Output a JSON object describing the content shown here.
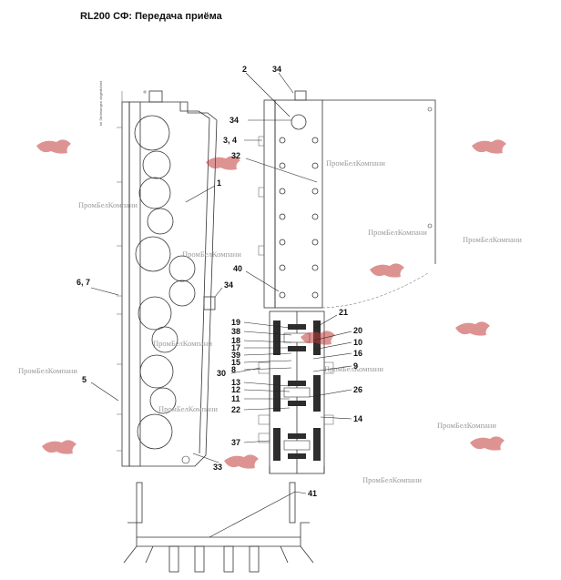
{
  "title": "RL200 СФ: Передача приёма",
  "side_stamp": "tol Strömungen abgedichtet",
  "watermark_text": "ПромБелКомпани",
  "callouts": {
    "c2": "2",
    "c34a": "34",
    "c34b": "34",
    "c34c": "34",
    "c3_4": "3, 4",
    "c32": "32",
    "c1": "1",
    "c40": "40",
    "c6_7": "6, 7",
    "c5": "5",
    "c21": "21",
    "c19": "19",
    "c20": "20",
    "c38": "38",
    "c18": "18",
    "c10": "10",
    "c17": "17",
    "c39": "39",
    "c16": "16",
    "c15": "15",
    "c8": "8",
    "c9": "9",
    "c30": "30",
    "c13": "13",
    "c12": "12",
    "c26": "26",
    "c11": "11",
    "c22": "22",
    "c14": "14",
    "c37": "37",
    "c33": "33",
    "c41": "41"
  },
  "colors": {
    "line": "#333333",
    "hatch": "#2d2d2d",
    "watermark": "#9a9a9a",
    "logo": "#c23a3a"
  }
}
